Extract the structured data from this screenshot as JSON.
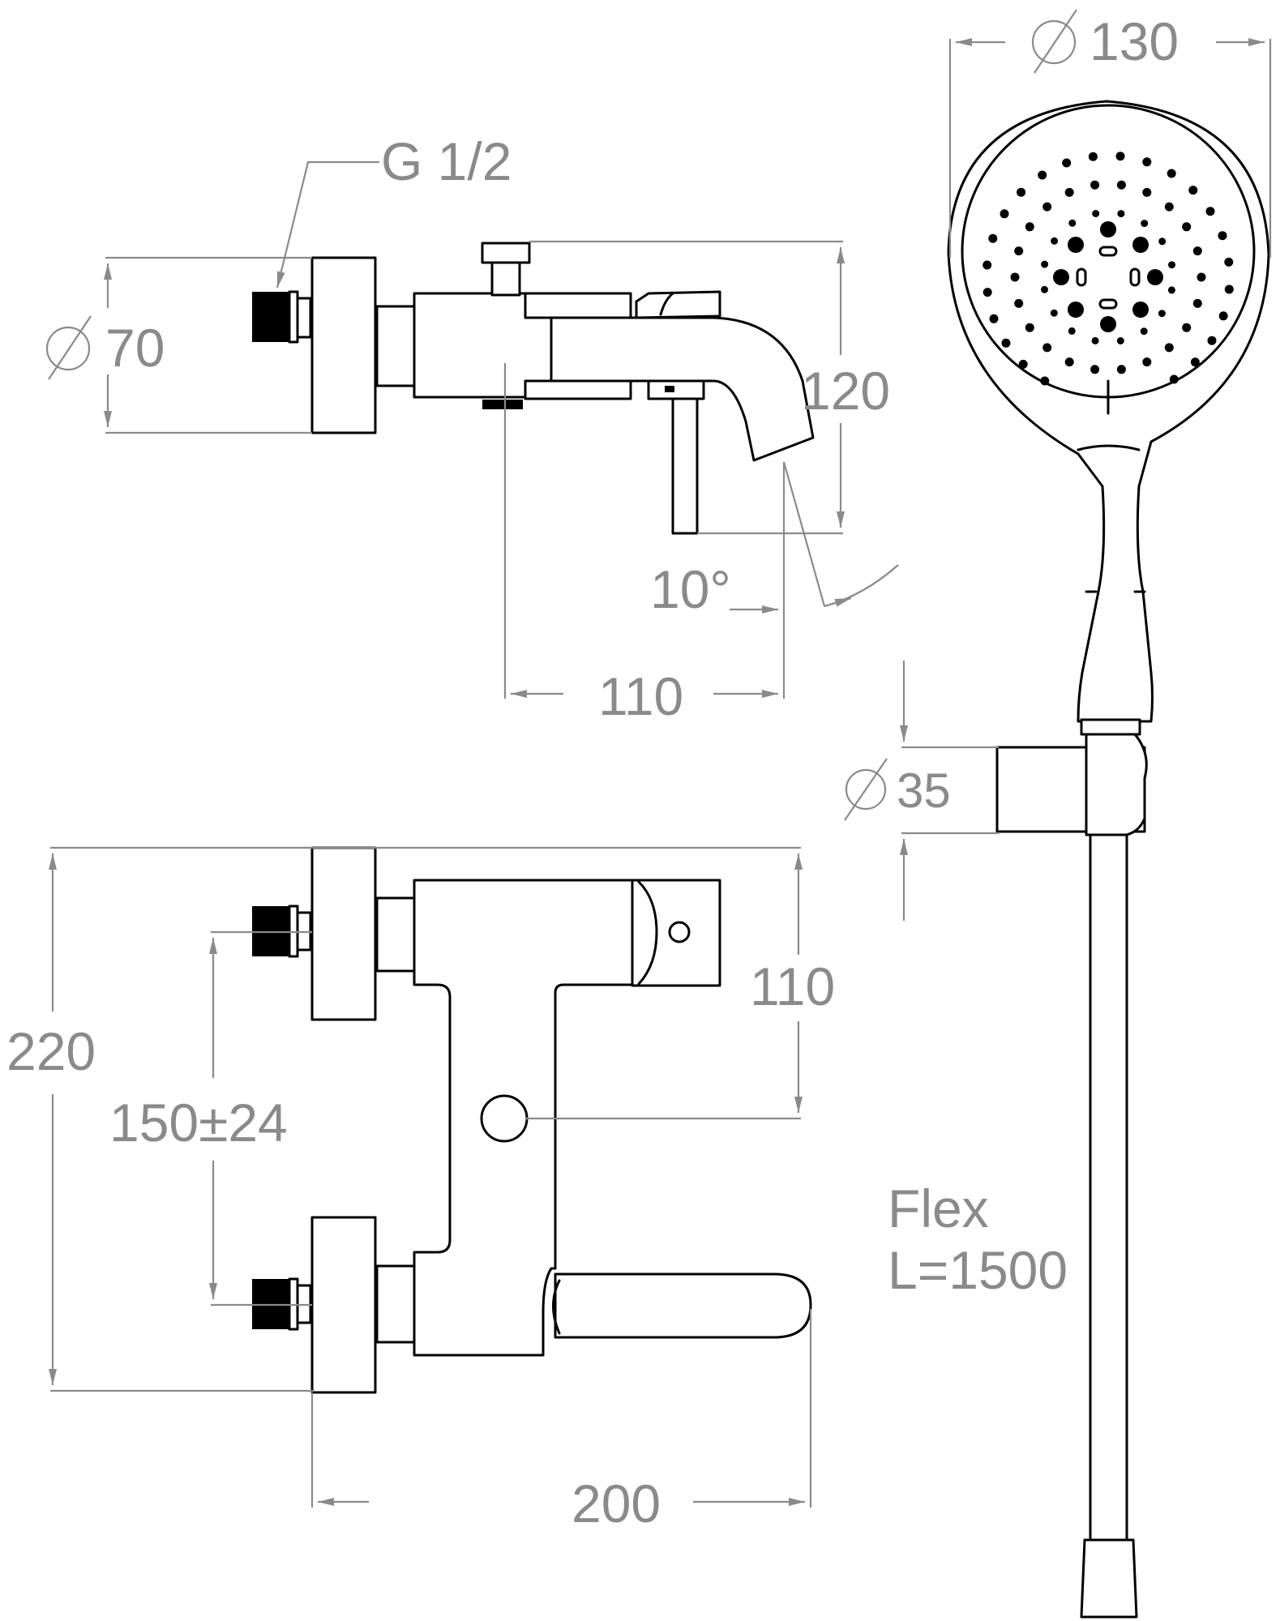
{
  "labels": {
    "thread": "G 1/2",
    "dia_70": "70",
    "dia_130": "130",
    "dia_35": "35",
    "dim_120": "120",
    "dim_110_top": "110",
    "dim_10deg": "10°",
    "dim_110_right": "110",
    "dim_220": "220",
    "dim_150": "150±24",
    "dim_200": "200",
    "flex_line1": "Flex",
    "flex_line2": "L=1500"
  },
  "diameter_symbol": "Ø"
}
